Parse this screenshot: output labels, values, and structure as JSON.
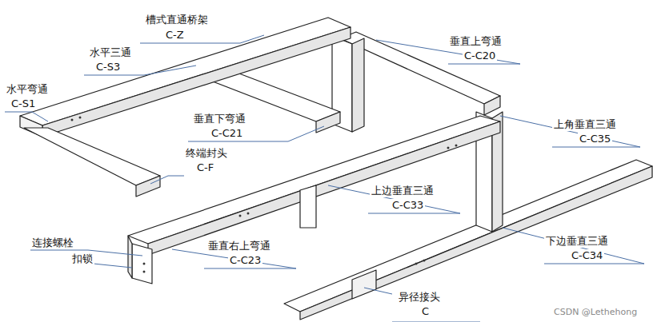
{
  "diagram": {
    "labels": [
      "槽式直通桥架",
      "C-Z",
      "水平三通",
      "C-S3",
      "水平弯通",
      "C-S1",
      "垂直下弯通",
      "C-C21",
      "终端封头",
      "C-F",
      "垂直上弯通",
      "C-C20",
      "上角垂直三通",
      "C-C35",
      "上边垂直三通",
      "C-C33",
      "垂直右上弯通",
      "C-C23",
      "连接螺栓",
      "扣锁",
      "下边垂直三通",
      "C-C34",
      "异径接头",
      "C",
      "CSDN @Lethehong"
    ]
  }
}
